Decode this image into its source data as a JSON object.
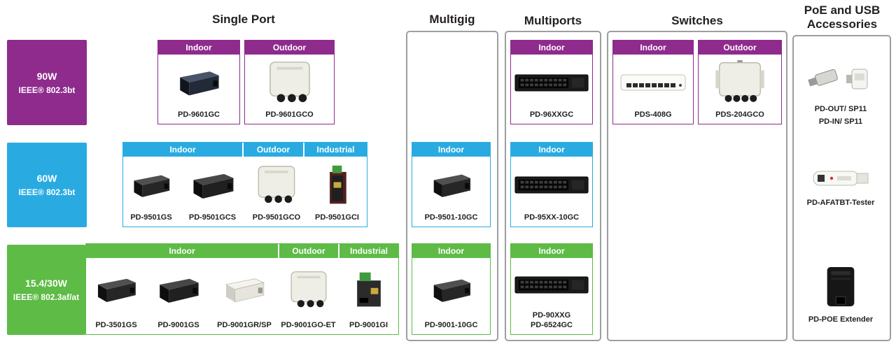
{
  "headers": {
    "single_port": "Single Port",
    "multigig": "Multigig",
    "multiports": "Multiports",
    "switches": "Switches",
    "accessories_line1": "PoE and USB",
    "accessories_line2": "Accessories"
  },
  "categories": [
    {
      "power": "90W",
      "standard": "IEEE® 802.3bt"
    },
    {
      "power": "60W",
      "standard": "IEEE® 802.3bt"
    },
    {
      "power": "15.4/30W",
      "standard": "IEEE® 802.3af/at"
    }
  ],
  "colors": {
    "purple": "#8e2b8d",
    "blue": "#29abe2",
    "green": "#5dbb46",
    "frame_gray": "#9b9fa0"
  },
  "single_port": {
    "row90": {
      "indoor": {
        "header": "Indoor",
        "product": "PD-9601GC"
      },
      "outdoor": {
        "header": "Outdoor",
        "product": "PD-9601GCO"
      }
    },
    "row60": {
      "header_indoor": "Indoor",
      "header_outdoor": "Outdoor",
      "header_industrial": "Industrial",
      "products": [
        "PD-9501GS",
        "PD-9501GCS",
        "PD-9501GCO",
        "PD-9501GCI"
      ]
    },
    "row30": {
      "header_indoor": "Indoor",
      "header_outdoor": "Outdoor",
      "header_industrial": "Industrial",
      "products": [
        "PD-3501GS",
        "PD-9001GS",
        "PD-9001GR/SP",
        "PD-9001GO-ET",
        "PD-9001GI"
      ]
    }
  },
  "multigig": {
    "row60": {
      "header": "Indoor",
      "product": "PD-9501-10GC"
    },
    "row30": {
      "header": "Indoor",
      "product": "PD-9001-10GC"
    }
  },
  "multiports": {
    "row90": {
      "header": "Indoor",
      "product": "PD-96XXGC"
    },
    "row60": {
      "header": "Indoor",
      "product": "PD-95XX-10GC"
    },
    "row30": {
      "header": "Indoor",
      "product_line1": "PD-90XXG",
      "product_line2": "PD-6524GC"
    }
  },
  "switches": {
    "indoor": {
      "header": "Indoor",
      "product": "PDS-408G"
    },
    "outdoor": {
      "header": "Outdoor",
      "product": "PDS-204GCO"
    }
  },
  "accessories": {
    "row90": {
      "label_line1": "PD-OUT/ SP11",
      "label_line2": "PD-IN/ SP11"
    },
    "row60": {
      "label": "PD-AFATBT-Tester"
    },
    "row30": {
      "label": "PD-POE Extender"
    }
  }
}
